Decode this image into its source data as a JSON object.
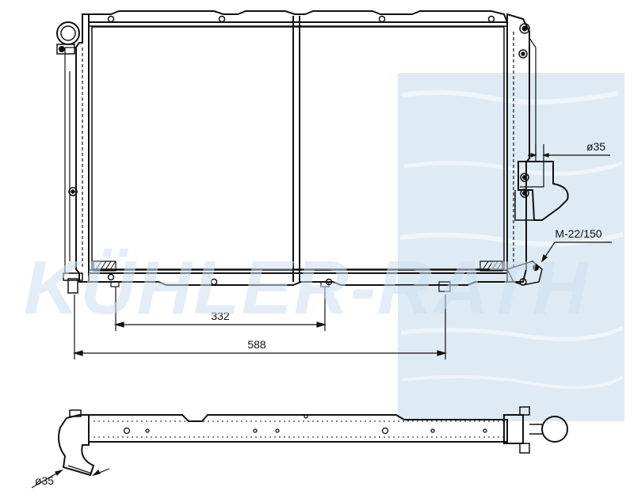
{
  "watermark": {
    "text": "KÜHLER-RATH",
    "color": "#cfe0ef",
    "panel_color": "#d6e6f3"
  },
  "dimensions": {
    "width_332": "332",
    "width_588": "588",
    "outlet_diameter": "ø35",
    "thread": "M-22/150",
    "inlet_diameter": "ø35"
  },
  "colors": {
    "line": "#111111",
    "background": "#ffffff"
  }
}
